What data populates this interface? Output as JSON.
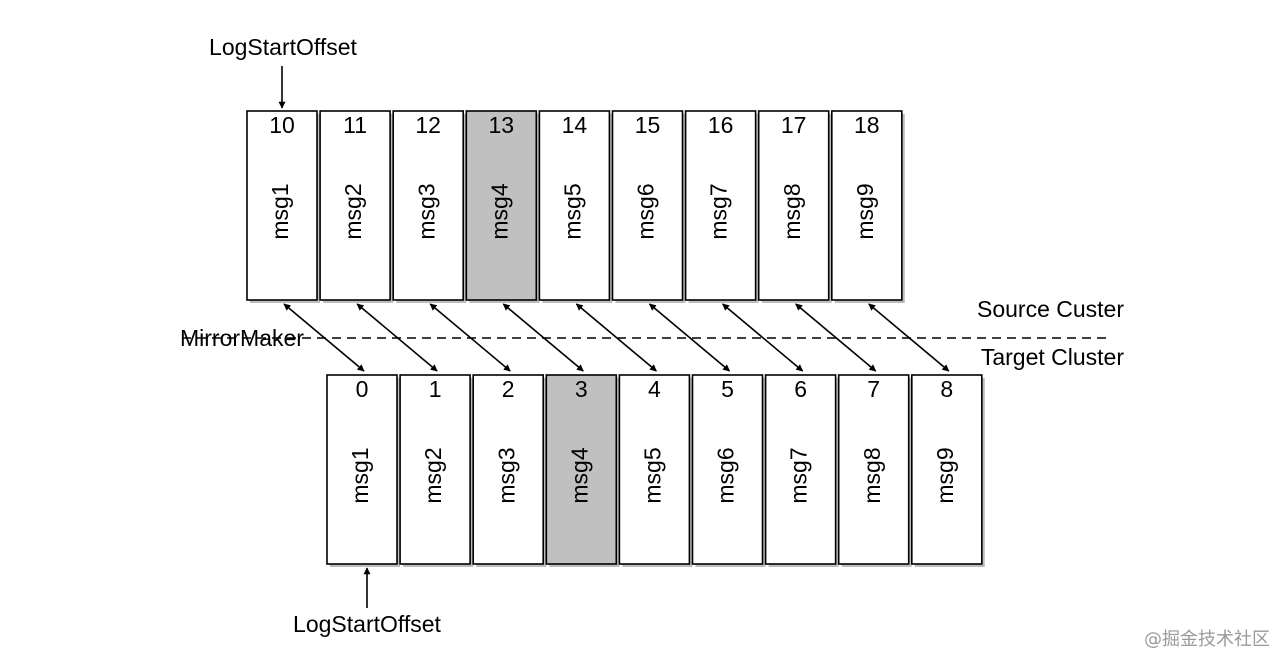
{
  "source": {
    "pointer_label": "LogStartOffset",
    "cluster_label": "Source Custer",
    "offsets": [
      "10",
      "11",
      "12",
      "13",
      "14",
      "15",
      "16",
      "17",
      "18"
    ],
    "messages": [
      "msg1",
      "msg2",
      "msg3",
      "msg4",
      "msg5",
      "msg6",
      "msg7",
      "msg8",
      "msg9"
    ],
    "highlighted_index": 3
  },
  "target": {
    "pointer_label": "LogStartOffset",
    "cluster_label": "Target Cluster",
    "offsets": [
      "0",
      "1",
      "2",
      "3",
      "4",
      "5",
      "6",
      "7",
      "8"
    ],
    "messages": [
      "msg1",
      "msg2",
      "msg3",
      "msg4",
      "msg5",
      "msg6",
      "msg7",
      "msg8",
      "msg9"
    ],
    "highlighted_index": 3
  },
  "mirror_label": "MirrorMaker",
  "watermark": "@掘金技术社区",
  "colors": {
    "box_fill": "#ffffff",
    "highlight_fill": "#c0c0c0",
    "stroke": "#000000",
    "shadow": "#bdbdbd",
    "watermark": "#9a9a9a"
  }
}
